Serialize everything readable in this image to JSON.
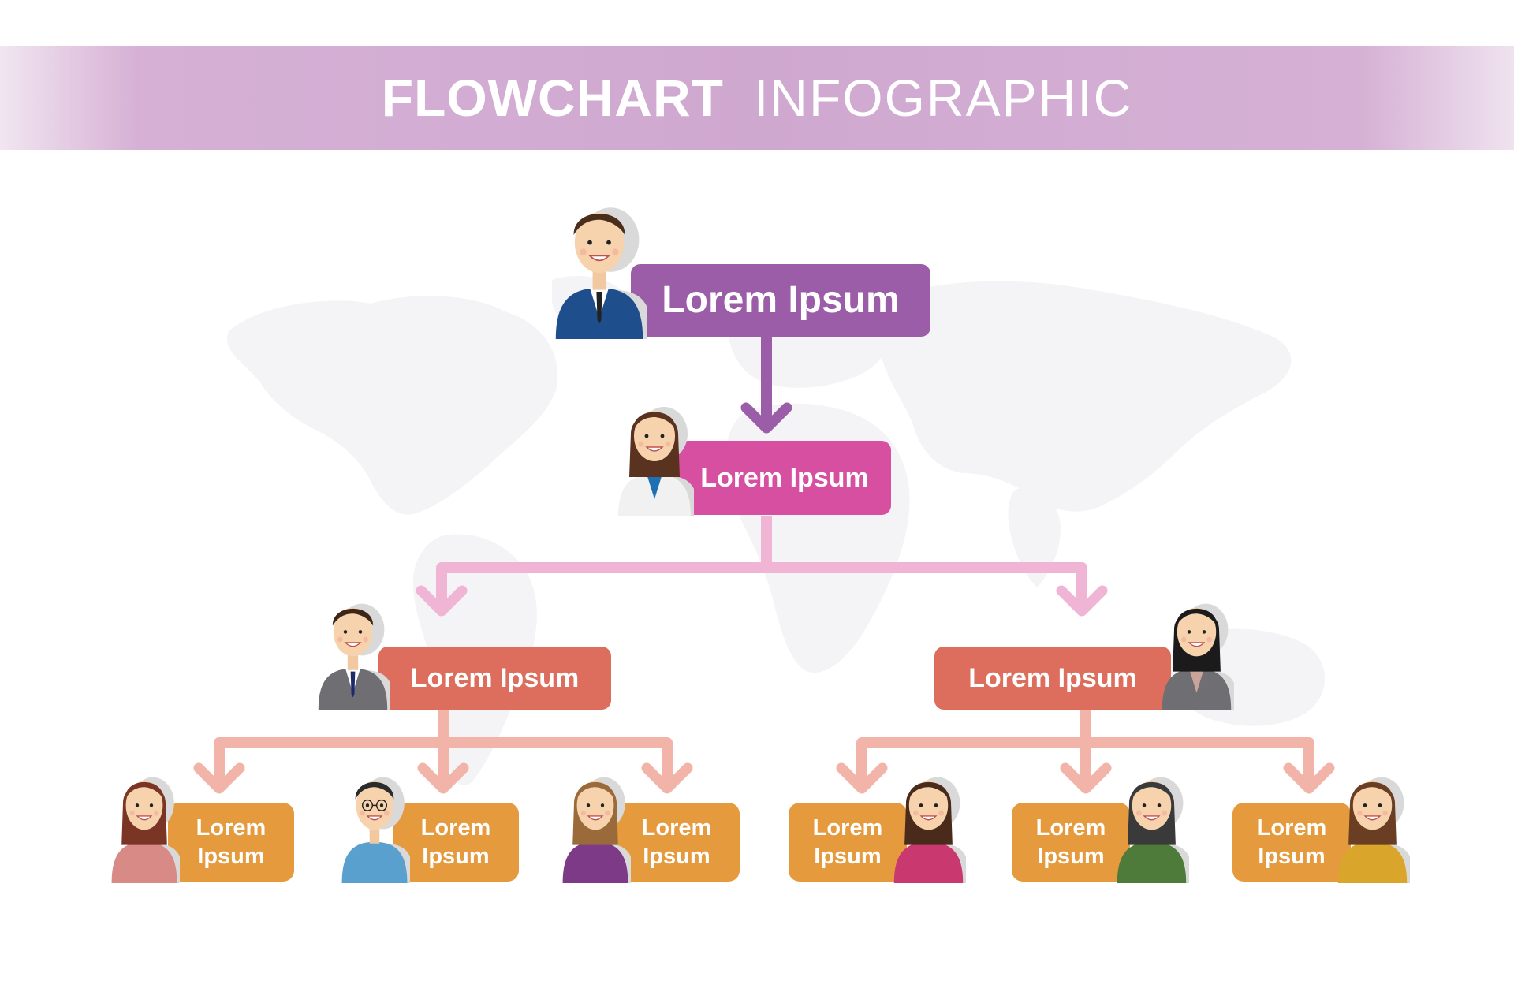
{
  "title": {
    "bold": "FLOWCHART",
    "light": "INFOGRAPHIC"
  },
  "colors": {
    "level1": "#9b5ca8",
    "level2": "#d64fa0",
    "level3": "#dd6d5c",
    "level4": "#e69a3e",
    "arrow1": "#9b5ca8",
    "arrow2": "#f0b5d5",
    "arrow3": "#f2b3a8",
    "map": "#f4f4f7"
  },
  "nodes": {
    "ceo": {
      "label": "Lorem Ipsum",
      "avatar": "man-suit-blue-icon"
    },
    "manager": {
      "label": "Lorem Ipsum",
      "avatar": "woman-labcoat-icon"
    },
    "lead_left": {
      "label": "Lorem Ipsum",
      "avatar": "man-suit-gray-icon"
    },
    "lead_right": {
      "label": "Lorem Ipsum",
      "avatar": "woman-gray-jacket-icon"
    },
    "leaves": [
      {
        "label": "Lorem\nIpsum",
        "avatar": "woman-pink-shirt-icon"
      },
      {
        "label": "Lorem\nIpsum",
        "avatar": "man-glasses-blue-shirt-icon"
      },
      {
        "label": "Lorem\nIpsum",
        "avatar": "woman-purple-top-icon"
      },
      {
        "label": "Lorem\nIpsum",
        "avatar": "woman-magenta-shirt-icon"
      },
      {
        "label": "Lorem\nIpsum",
        "avatar": "woman-green-shirt-icon"
      },
      {
        "label": "Lorem\nIpsum",
        "avatar": "woman-yellow-top-icon"
      }
    ]
  }
}
